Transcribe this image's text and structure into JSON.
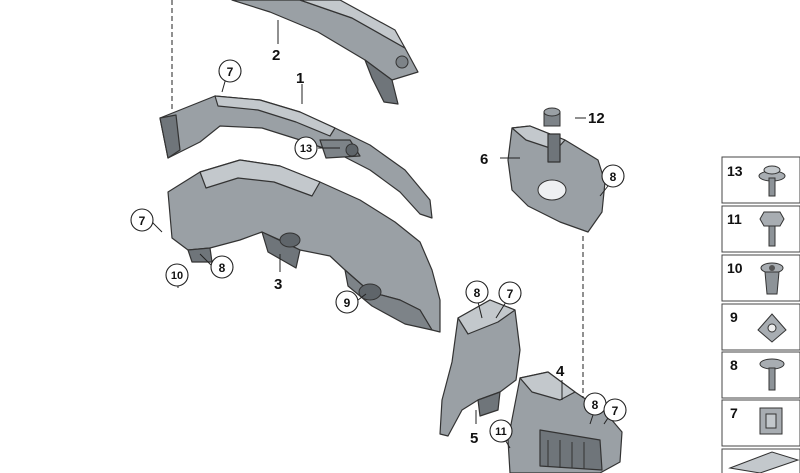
{
  "callouts": {
    "c1": "1",
    "c2": "2",
    "c3": "3",
    "c4": "4",
    "c5": "5",
    "c6": "6",
    "c12": "12",
    "r7a": "7",
    "r7b": "7",
    "r7c": "7",
    "r7d": "7",
    "r8a": "8",
    "r8b": "8",
    "r8c": "8",
    "r8d": "8",
    "r9": "9",
    "r10": "10",
    "r11": "11",
    "r13": "13"
  },
  "legend": [
    {
      "num": "13",
      "icon": "screw-washer-icon"
    },
    {
      "num": "11",
      "icon": "hex-bolt-icon"
    },
    {
      "num": "10",
      "icon": "expanding-rivet-icon"
    },
    {
      "num": "9",
      "icon": "spring-nut-icon"
    },
    {
      "num": "8",
      "icon": "plastic-screw-icon"
    },
    {
      "num": "7",
      "icon": "clip-nut-icon"
    }
  ],
  "colors": {
    "part_fill": "#9aa0a5",
    "part_dark": "#6f757a",
    "part_light": "#c3c8cc"
  }
}
